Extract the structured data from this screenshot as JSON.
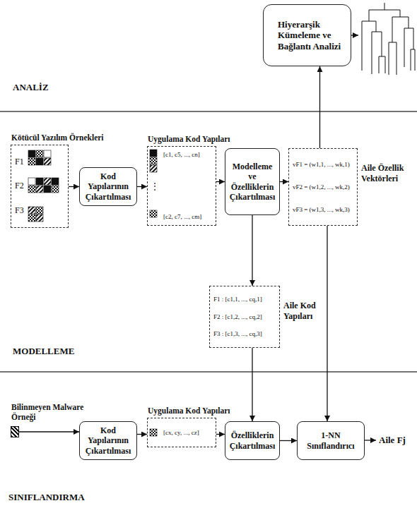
{
  "diagram": {
    "nodes": [
      {
        "text": [
          "Hiyerarşik Kümeleme ve Bağlantı Analizi"
        ]
      },
      {
        "text": [
          "Kötücül Yazılım Örnekleri",
          "F1",
          "F2",
          "F3"
        ]
      },
      {
        "text": [
          "Kod Yapılarının Çıkartılması"
        ]
      },
      {
        "text": [
          "Uygulama Kod Yapıları",
          "[c1, c5, ..., cn]",
          "⋮",
          "[c2, c7, ..., cm]"
        ]
      },
      {
        "text": [
          "Modelleme ve Özelliklerin Çıkartılması"
        ]
      },
      {
        "text": [
          "vF1 = (w1,1, ..., wk,1)",
          "vF2 = (w1,2, ..., wk,2)",
          "vF3 = (w1,3, ..., wk,3)",
          "Aile Özellik Vektörleri"
        ]
      },
      {
        "text": [
          "F1 : [c1,1, ..., cq,1]",
          "F2 : [c1,2, ..., cq,2]",
          "F3 : [c1,3, ..., cq,3]",
          "Aile Kod Yapıları"
        ]
      },
      {
        "text": [
          "Bilinmeyen Malware Örneği"
        ]
      },
      {
        "text": [
          "Kod Yapılarının Çıkartılması"
        ]
      },
      {
        "text": [
          "Uygulama Kod Yapıları",
          "[cx, cy, ..., cz]"
        ]
      },
      {
        "text": [
          "Özelliklerin Çıkartılması"
        ]
      },
      {
        "text": [
          "1-NN Sınıflandırıcı"
        ]
      }
    ],
    "edges": [
      {
        "from": 1,
        "to": 2,
        "arrow": "to"
      },
      {
        "from": 2,
        "to": 3,
        "arrow": "to"
      },
      {
        "from": 3,
        "to": 4,
        "arrow": "to"
      },
      {
        "from": 4,
        "to": 5,
        "arrow": "to"
      },
      {
        "from": 5,
        "to": 0,
        "arrow": "to"
      },
      {
        "from": 4,
        "to": 6,
        "arrow": "to"
      },
      {
        "from": 6,
        "to": 10,
        "arrow": "to"
      },
      {
        "from": 5,
        "to": 11,
        "arrow": "to"
      },
      {
        "from": 7,
        "to": 8,
        "arrow": "to"
      },
      {
        "from": 8,
        "to": 9,
        "arrow": "to"
      },
      {
        "from": 9,
        "to": 10,
        "arrow": "to"
      },
      {
        "from": 10,
        "to": 11,
        "arrow": "to"
      }
    ],
    "labels": [
      "ANALİZ",
      "MODELLEME",
      "SINIFLANDIRMA",
      "Aile Fj"
    ]
  }
}
